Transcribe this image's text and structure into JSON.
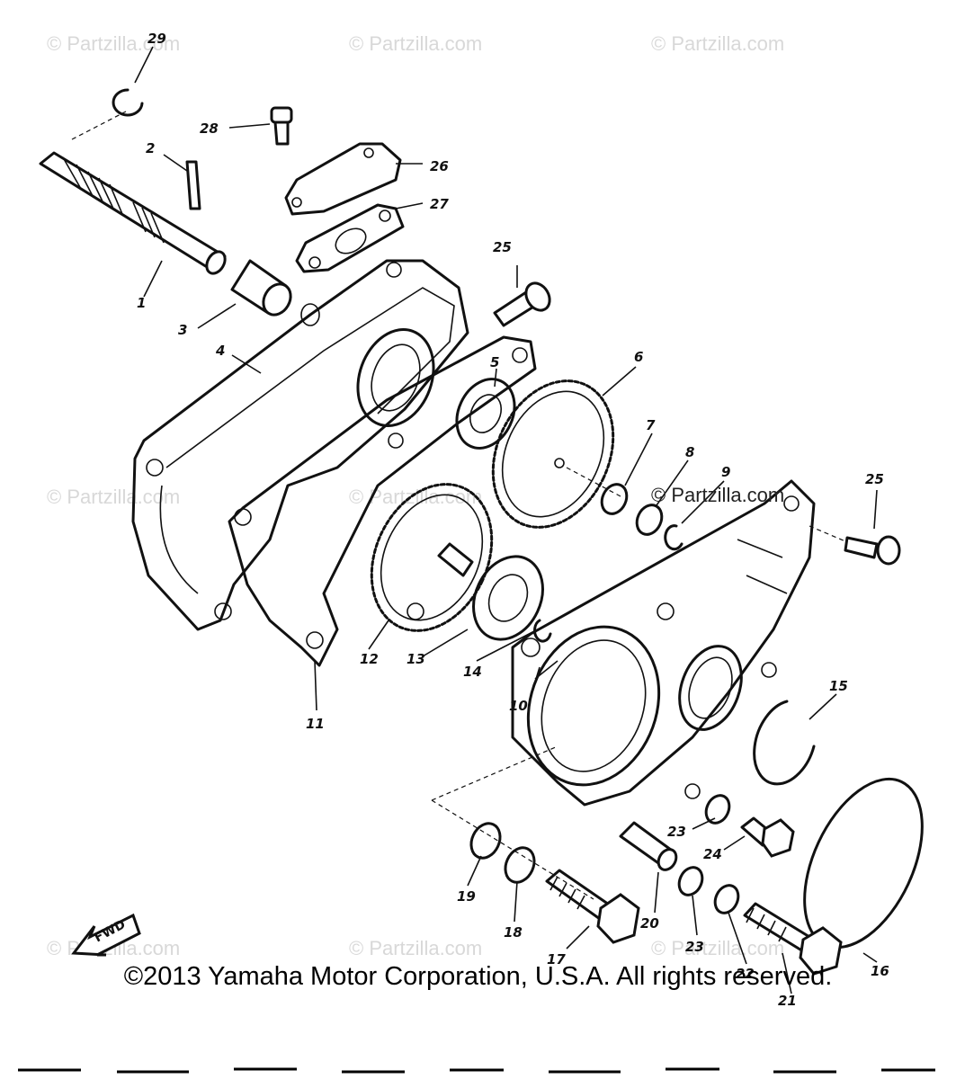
{
  "watermark_text": "© Partzilla.com",
  "overlay_text": "© Partzilla.com",
  "fwd_label": "FWD",
  "copyright": "©2013 Yamaha Motor Corporation, U.S.A. All rights reserved.",
  "callouts": [
    "29",
    "28",
    "2",
    "26",
    "27",
    "25",
    "1",
    "3",
    "4",
    "6",
    "5",
    "7",
    "8",
    "9",
    "25",
    "13",
    "12",
    "11",
    "14",
    "10",
    "15",
    "23",
    "24",
    "19",
    "18",
    "17",
    "20",
    "23",
    "22",
    "16",
    "21"
  ]
}
